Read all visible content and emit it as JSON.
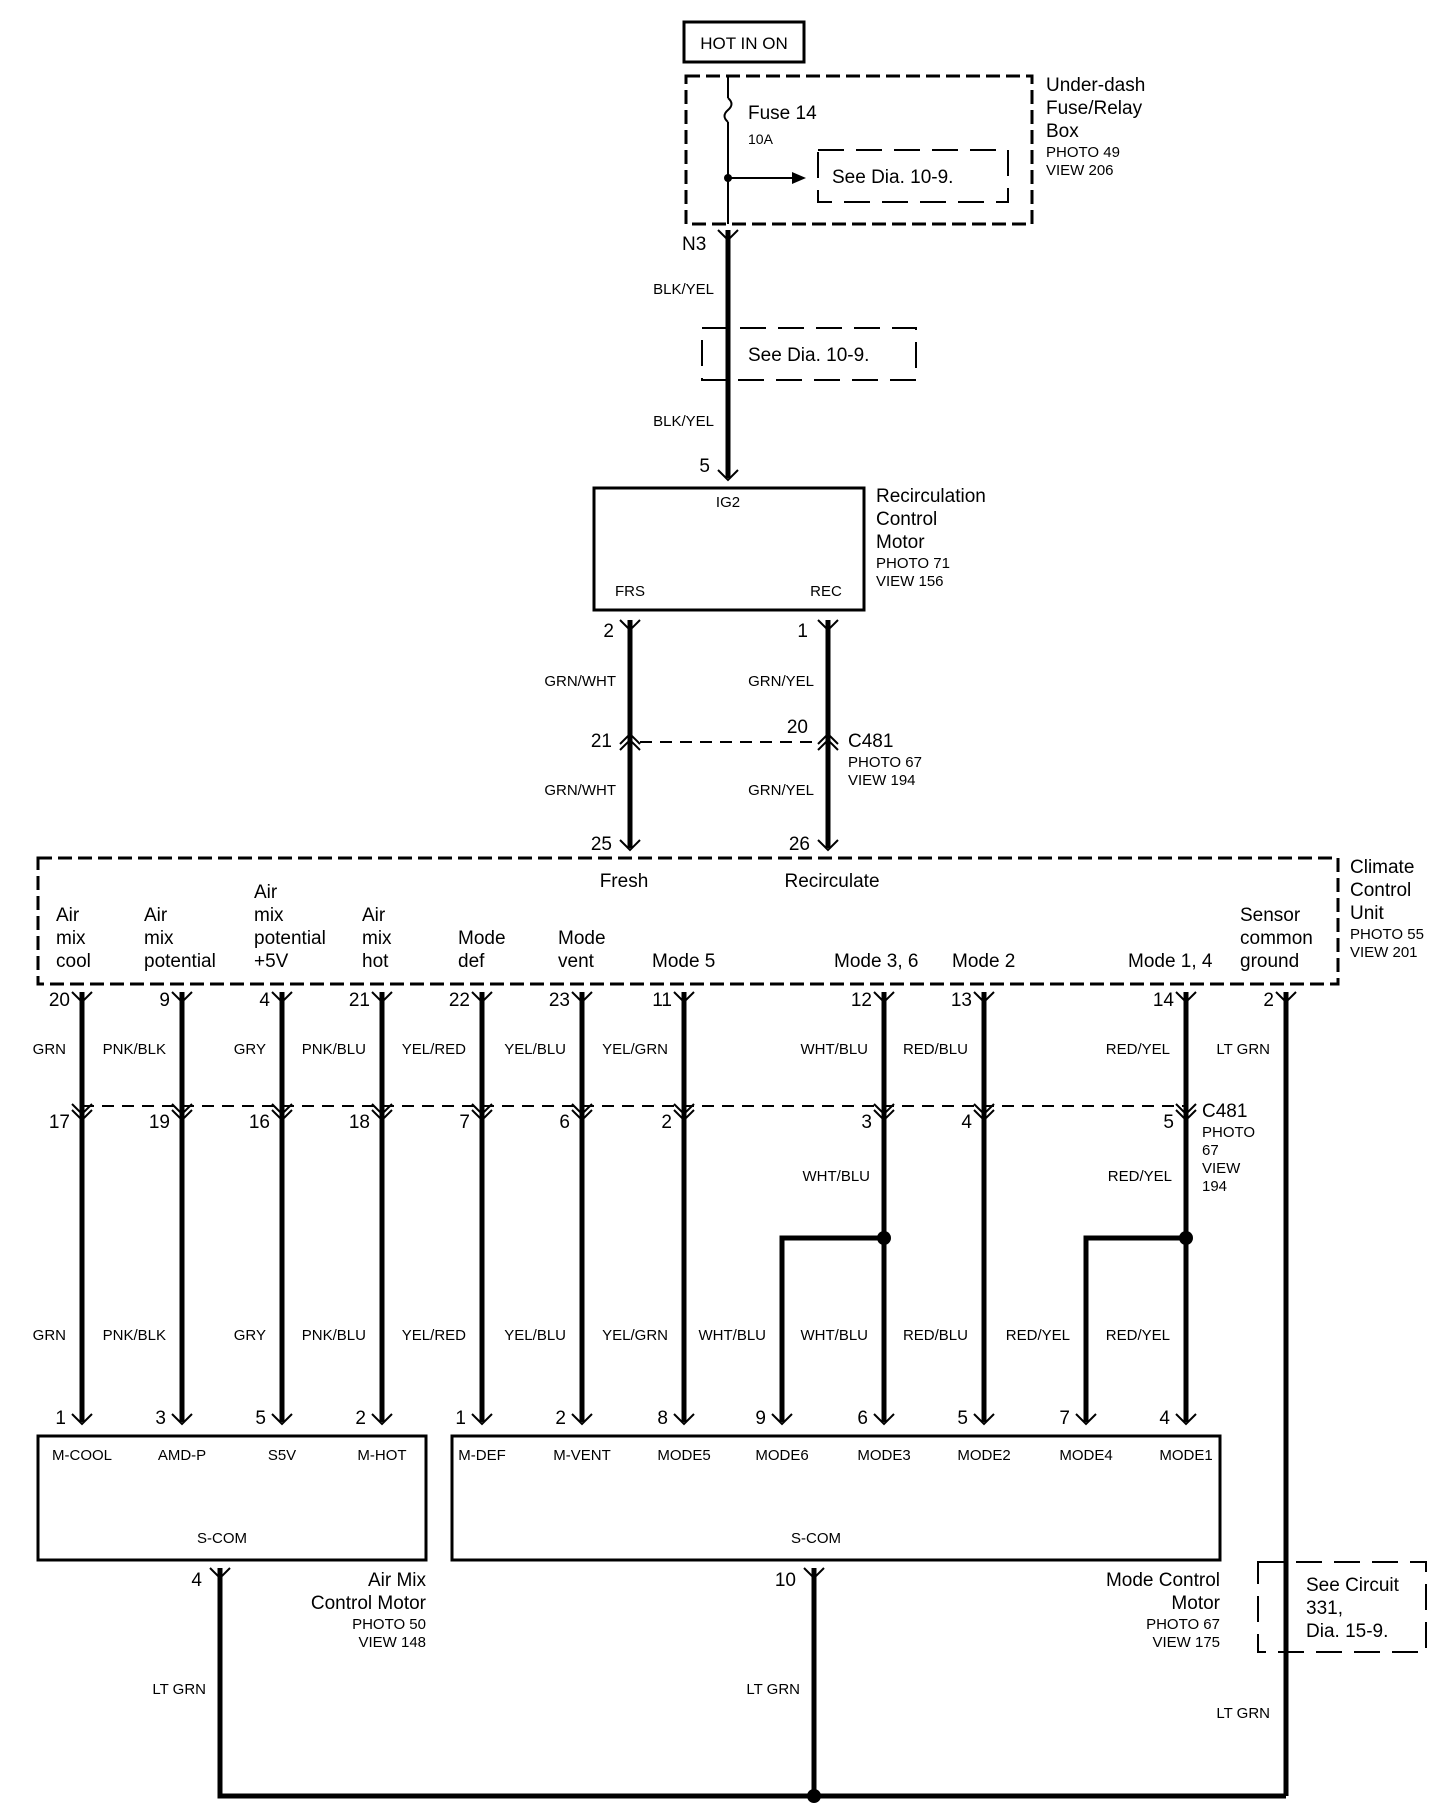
{
  "power": {
    "hot_label": "HOT IN ON",
    "fuse_name": "Fuse 14",
    "fuse_rating": "10A",
    "fuse_box": [
      "Under-dash",
      "Fuse/Relay",
      "Box"
    ],
    "fuse_box_photo": "PHOTO 49",
    "fuse_box_view": "VIEW 206",
    "see_dia_1": "See Dia. 10-9.",
    "terminal": "N3",
    "wire_1": "BLK/YEL",
    "see_dia_2": "See Dia. 10-9.",
    "wire_2": "BLK/YEL"
  },
  "recirc_motor": {
    "pin_in": "5",
    "ig2": "IG2",
    "frs": "FRS",
    "rec": "REC",
    "name": [
      "Recirculation",
      "Control",
      "Motor"
    ],
    "photo": "PHOTO 71",
    "view": "VIEW 156",
    "pin_frs": "2",
    "pin_rec": "1",
    "wire_frs": "GRN/WHT",
    "wire_rec": "GRN/YEL"
  },
  "c481_top": {
    "pin_left": "21",
    "pin_right": "20",
    "name": "C481",
    "photo": "PHOTO 67",
    "view": "VIEW 194",
    "wire_left": "GRN/WHT",
    "wire_right": "GRN/YEL"
  },
  "climate_unit": {
    "name": [
      "Climate",
      "Control",
      "Unit"
    ],
    "photo": "PHOTO 55",
    "view": "VIEW 201",
    "pin_fresh": "25",
    "pin_recirc": "26",
    "fresh": "Fresh",
    "recirculate": "Recirculate",
    "labels": [
      [
        "Air",
        "mix",
        "cool"
      ],
      [
        "Air",
        "mix",
        "potential"
      ],
      [
        "Air",
        "mix",
        "potential",
        "+5V"
      ],
      [
        "Air",
        "mix",
        "hot"
      ],
      [
        "Mode",
        "def"
      ],
      [
        "Mode",
        "vent"
      ],
      [
        "Mode 5"
      ],
      [
        "Mode 3, 6"
      ],
      [
        "Mode 2"
      ],
      [
        "Mode 1, 4"
      ],
      [
        "Sensor",
        "common",
        "ground"
      ]
    ]
  },
  "unit_pins": [
    "20",
    "9",
    "4",
    "21",
    "22",
    "23",
    "11",
    "12",
    "13",
    "14",
    "2"
  ],
  "upper_wires": [
    "GRN",
    "PNK/BLK",
    "GRY",
    "PNK/BLU",
    "YEL/RED",
    "YEL/BLU",
    "YEL/GRN",
    "WHT/BLU",
    "RED/BLU",
    "RED/YEL",
    "LT GRN"
  ],
  "c481_bottom": {
    "pins": [
      "17",
      "19",
      "16",
      "18",
      "7",
      "6",
      "2",
      "3",
      "4",
      "5"
    ],
    "name": "C481",
    "photo": [
      "PHOTO",
      "67"
    ],
    "view": [
      "VIEW",
      "194"
    ]
  },
  "mid_wires": {
    "mode36": "WHT/BLU",
    "mode14": "RED/YEL"
  },
  "lower_wires": [
    "GRN",
    "PNK/BLK",
    "GRY",
    "PNK/BLU",
    "YEL/RED",
    "YEL/BLU",
    "YEL/GRN",
    "WHT/BLU",
    "WHT/BLU",
    "RED/BLU",
    "RED/YEL",
    "RED/YEL"
  ],
  "air_mix_motor": {
    "pins": [
      "1",
      "3",
      "5",
      "2"
    ],
    "terminals": [
      "M-COOL",
      "AMD-P",
      "S5V",
      "M-HOT"
    ],
    "scom": "S-COM",
    "scom_pin": "4",
    "name": [
      "Air Mix",
      "Control Motor"
    ],
    "photo": "PHOTO 50",
    "view": "VIEW 148",
    "ground_wire": "LT GRN"
  },
  "mode_motor": {
    "pins": [
      "1",
      "2",
      "8",
      "9",
      "6",
      "5",
      "7",
      "4"
    ],
    "terminals": [
      "M-DEF",
      "M-VENT",
      "MODE5",
      "MODE6",
      "MODE3",
      "MODE2",
      "MODE4",
      "MODE1"
    ],
    "scom": "S-COM",
    "scom_pin": "10",
    "name": [
      "Mode Control",
      "Motor"
    ],
    "photo": "PHOTO 67",
    "view": "VIEW 175",
    "ground_wire": "LT GRN"
  },
  "see_circuit": [
    "See Circuit",
    "331,",
    "Dia. 15-9."
  ],
  "sensor_ground_wire": "LT GRN"
}
